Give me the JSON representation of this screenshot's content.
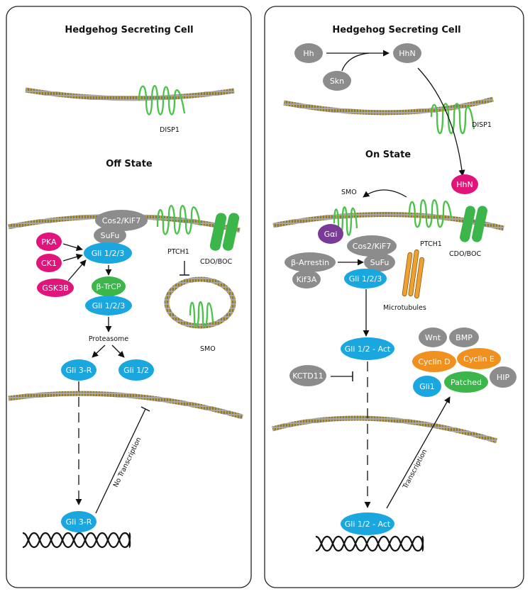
{
  "colors": {
    "gray_node": "#8c8c8c",
    "blue_node": "#1aa7e0",
    "magenta_node": "#e0147a",
    "green_node": "#3cb54a",
    "green_protein": "#4cc24a",
    "orange_node": "#f0901e",
    "purple_node": "#7a3a98",
    "membrane_outer": "#c9a227",
    "membrane_core": "#6e6e6e",
    "arrow": "#111111",
    "panel_border": "#222222"
  },
  "left_panel": {
    "title": "Hedgehog Secreting Cell",
    "state_title": "Off State",
    "labels": {
      "disp1": "DISP1",
      "ptch1": "PTCH1",
      "cdo_boc": "CDO/BOC",
      "proteasome": "Proteasome",
      "smo": "SMO",
      "no_transcription": "No Transcription"
    },
    "nodes": {
      "cos2": "Cos2/KiF7",
      "sufu": "SuFu",
      "pka": "PKA",
      "ck1": "CK1",
      "gsk3b": "GSK3B",
      "gli123_a": "Gli 1/2/3",
      "btrcp": "β-TrCP",
      "gli123_b": "Gli 1/2/3",
      "gli3r": "Gli 3-R",
      "gli12": "Gli 1/2",
      "gli3r_nucleus": "Gli 3-R"
    }
  },
  "right_panel": {
    "title": "Hedgehog Secreting Cell",
    "state_title": "On State",
    "labels": {
      "disp1": "DISP1",
      "smo": "SMO",
      "ptch1": "PTCH1",
      "cdo_boc": "CDO/BOC",
      "microtubules": "Microtubules",
      "transcription": "Transcription"
    },
    "nodes": {
      "hh": "Hh",
      "skn": "Skn",
      "hhn_top": "HhN",
      "hhn_secreted": "HhN",
      "galphai": "Gαi",
      "cos2": "Cos2/KiF7",
      "barrestin": "β-Arrestin",
      "kif3a": "Kif3A",
      "sufu": "SuFu",
      "gli123": "Gli 1/2/3",
      "gli12act": "Gli 1/2 - Act",
      "kctd11": "KCTD11",
      "gli12act_nucleus": "Gli 1/2 - Act"
    },
    "target_genes": {
      "wnt": "Wnt",
      "bmp": "BMP",
      "cyclin_d": "Cyclin D",
      "cyclin_e": "Cyclin E",
      "gli1": "Gli1",
      "patched": "Patched",
      "hip": "HIP"
    }
  }
}
